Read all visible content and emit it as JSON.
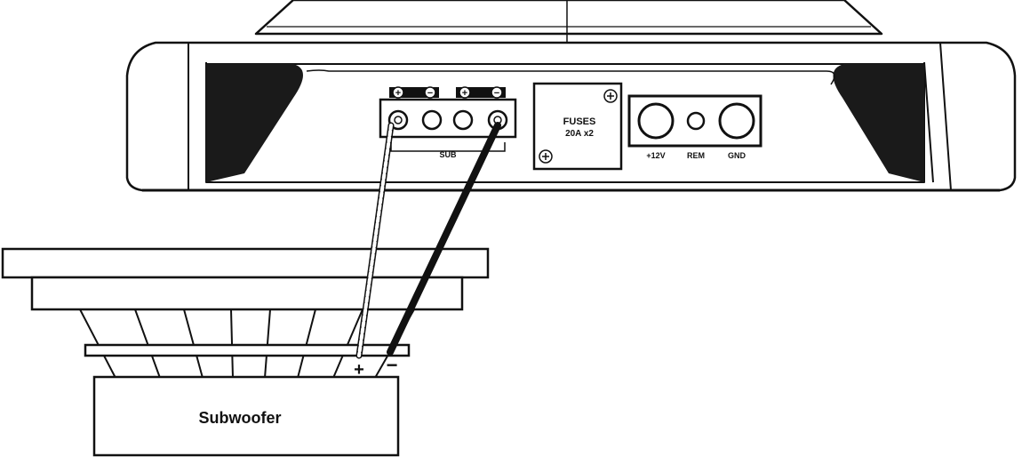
{
  "labels": {
    "sub_terminals": "SUB",
    "fuses_title": "FUSES",
    "fuses_rating": "20A x2",
    "power_12v": "+12V",
    "power_rem": "REM",
    "power_gnd": "GND",
    "sub_plus": "+",
    "sub_minus": "−",
    "amp_plus_1": "+",
    "amp_minus_1": "−",
    "amp_plus_2": "+",
    "amp_minus_2": "−",
    "subwoofer": "Subwoofer"
  },
  "colors": {
    "line": "#111111",
    "background": "#ffffff",
    "dark_fill": "#1a1a1a"
  }
}
